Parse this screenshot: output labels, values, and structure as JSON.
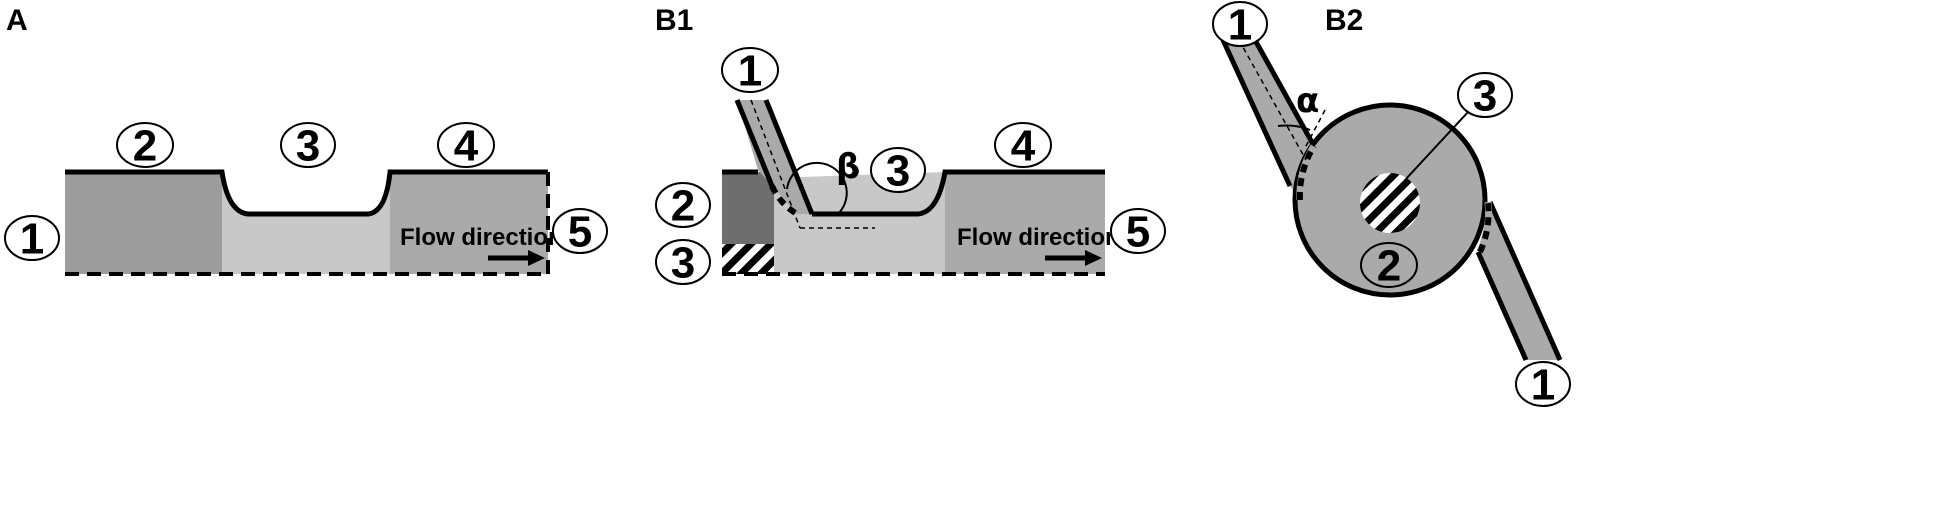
{
  "panels": {
    "a": {
      "label": "A",
      "markers": [
        "1",
        "2",
        "3",
        "4",
        "5"
      ],
      "flow_text": "Flow direction"
    },
    "b1": {
      "label": "B1",
      "markers": [
        "1",
        "2",
        "3",
        "3",
        "4",
        "5"
      ],
      "angle": "β",
      "flow_text": "Flow direction"
    },
    "b2": {
      "label": "B2",
      "markers": [
        "1",
        "1",
        "2",
        "3"
      ],
      "angle": "α"
    }
  },
  "colors": {
    "dark_gray": "#9c9c9c",
    "mid_gray": "#aaaaaa",
    "light_gray": "#c8c8c8",
    "dark_block": "#6e6e6e",
    "line": "#000000"
  }
}
